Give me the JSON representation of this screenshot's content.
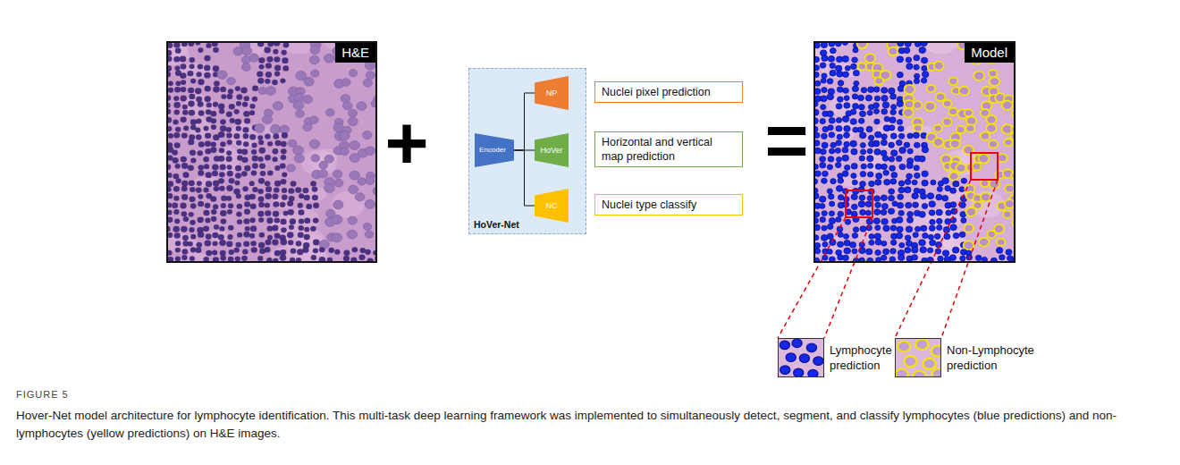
{
  "diagram": {
    "caption": "Hover-Net model architecture for lymphocyte identification. This multi-task deep learning framework was implemented to simultaneously detect, segment, and classify lymphocytes (blue predictions) and non-lymphocytes (yellow predictions) on H&E images.",
    "nodes": [
      {
        "text": [
          "H&E"
        ]
      },
      {
        "text": [
          "HoVer-Net"
        ]
      },
      {
        "text": [
          "Encoder"
        ],
        "in": 1
      },
      {
        "text": [
          "NP"
        ],
        "in": 1
      },
      {
        "text": [
          "HoVer"
        ],
        "in": 1
      },
      {
        "text": [
          "NC"
        ],
        "in": 1
      },
      {
        "text": [
          "Nuclei pixel prediction"
        ]
      },
      {
        "text": [
          "Horizontal and vertical map prediction"
        ]
      },
      {
        "text": [
          "Nuclei type classify"
        ]
      },
      {
        "text": [
          "Model"
        ]
      },
      {
        "text": [
          "Lymphocyte prediction"
        ]
      },
      {
        "text": [
          "Non-Lymphocyte prediction"
        ]
      }
    ],
    "edges": [
      {
        "from": 2,
        "to": 3,
        "arrow": "none"
      },
      {
        "from": 2,
        "to": 4,
        "arrow": "none"
      },
      {
        "from": 2,
        "to": 5,
        "arrow": "none"
      },
      {
        "from": 9,
        "to": 10,
        "arrow": "none"
      },
      {
        "from": 9,
        "to": 11,
        "arrow": "none"
      }
    ],
    "labels": [
      "+",
      "=",
      "FIGURE 5"
    ]
  }
}
